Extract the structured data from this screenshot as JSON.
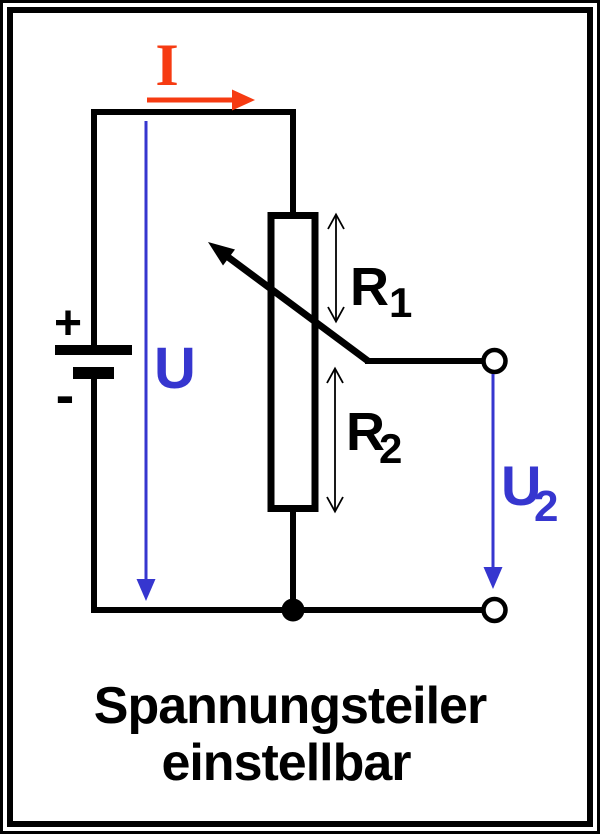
{
  "colors": {
    "ink": "#000000",
    "paper": "#ffffff",
    "current-red": "#f63b12",
    "voltage-blue": "#3636cf"
  },
  "diagram": {
    "current_label": "I",
    "source_voltage_label": "U",
    "battery_plus_label": "+",
    "battery_minus_label": "-",
    "resistor_upper_label": {
      "base": "R",
      "sub": "1"
    },
    "resistor_lower_label": {
      "base": "R",
      "sub": "2"
    },
    "output_voltage_label": {
      "base": "U",
      "sub": "2"
    }
  },
  "caption": {
    "line1": "Spannungsteiler",
    "line2": "einstellbar"
  }
}
